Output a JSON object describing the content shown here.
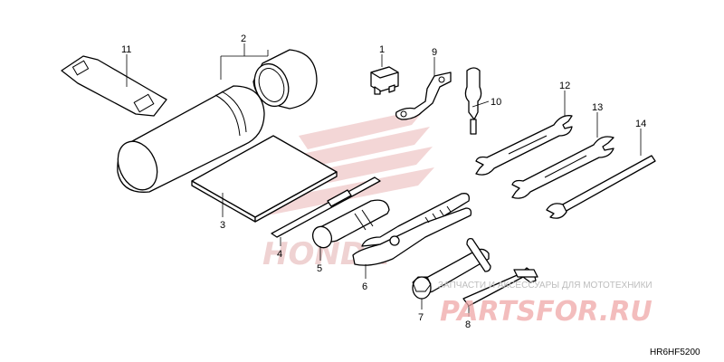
{
  "diagram": {
    "code": "HR6HF5200",
    "callouts": {
      "p1": "1",
      "p2": "2",
      "p3": "3",
      "p4": "4",
      "p5": "5",
      "p6": "6",
      "p7": "7",
      "p8": "8",
      "p9": "9",
      "p10": "10",
      "p11": "11",
      "p12": "12",
      "p13": "13",
      "p14": "14"
    }
  },
  "watermark": {
    "caption": "ЗАПЧАСТИ И АКСЕССУАРЫ ДЛЯ МОТОТЕХНИКИ",
    "brand": "PARTSFOR.RU",
    "logo": "HONDA",
    "color": "#e88a8a"
  }
}
